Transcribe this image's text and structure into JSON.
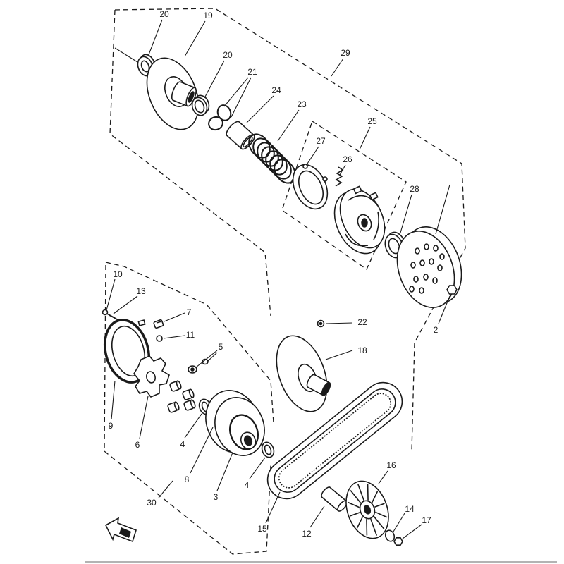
{
  "diagram": {
    "callouts": [
      "20",
      "19",
      "20",
      "21",
      "24",
      "23",
      "29",
      "25",
      "27",
      "26",
      "28",
      "2",
      "22",
      "18",
      "10",
      "13",
      "7",
      "11",
      "5",
      "9",
      "6",
      "4",
      "8",
      "3",
      "4",
      "30",
      "16",
      "14",
      "17",
      "12",
      "15"
    ]
  },
  "icons": {
    "orientation": "forward-arrow-icon"
  },
  "colors": {
    "line": "#1a1a1a",
    "background": "#ffffff"
  }
}
